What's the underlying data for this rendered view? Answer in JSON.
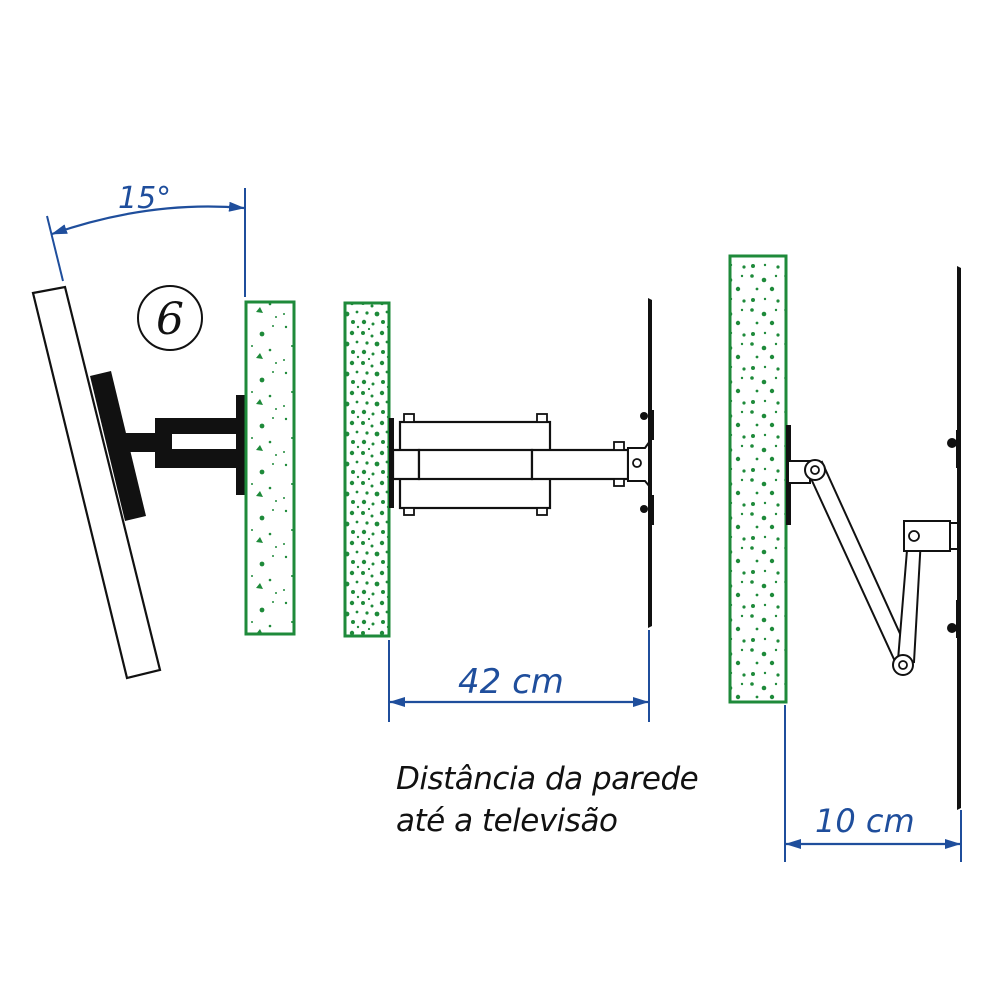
{
  "diagram": {
    "title": "TV wall mount installation diagram",
    "step_number": "6",
    "colors": {
      "wall_border": "#1e8a3a",
      "wall_speckle": "#1e8a3a",
      "dimension": "#1f4e9c",
      "mount": "#111111"
    },
    "panels": [
      {
        "id": "tilt",
        "description": "TV tilted 15 degrees from wall",
        "dimension_label": "15°"
      },
      {
        "id": "extended",
        "description": "Arm fully extended",
        "dimension_label": "42 cm"
      },
      {
        "id": "retracted",
        "description": "Arm folded close to wall",
        "dimension_label": "10 cm"
      }
    ],
    "caption": {
      "line1": "Distância da parede",
      "line2": "até a televisão"
    }
  }
}
